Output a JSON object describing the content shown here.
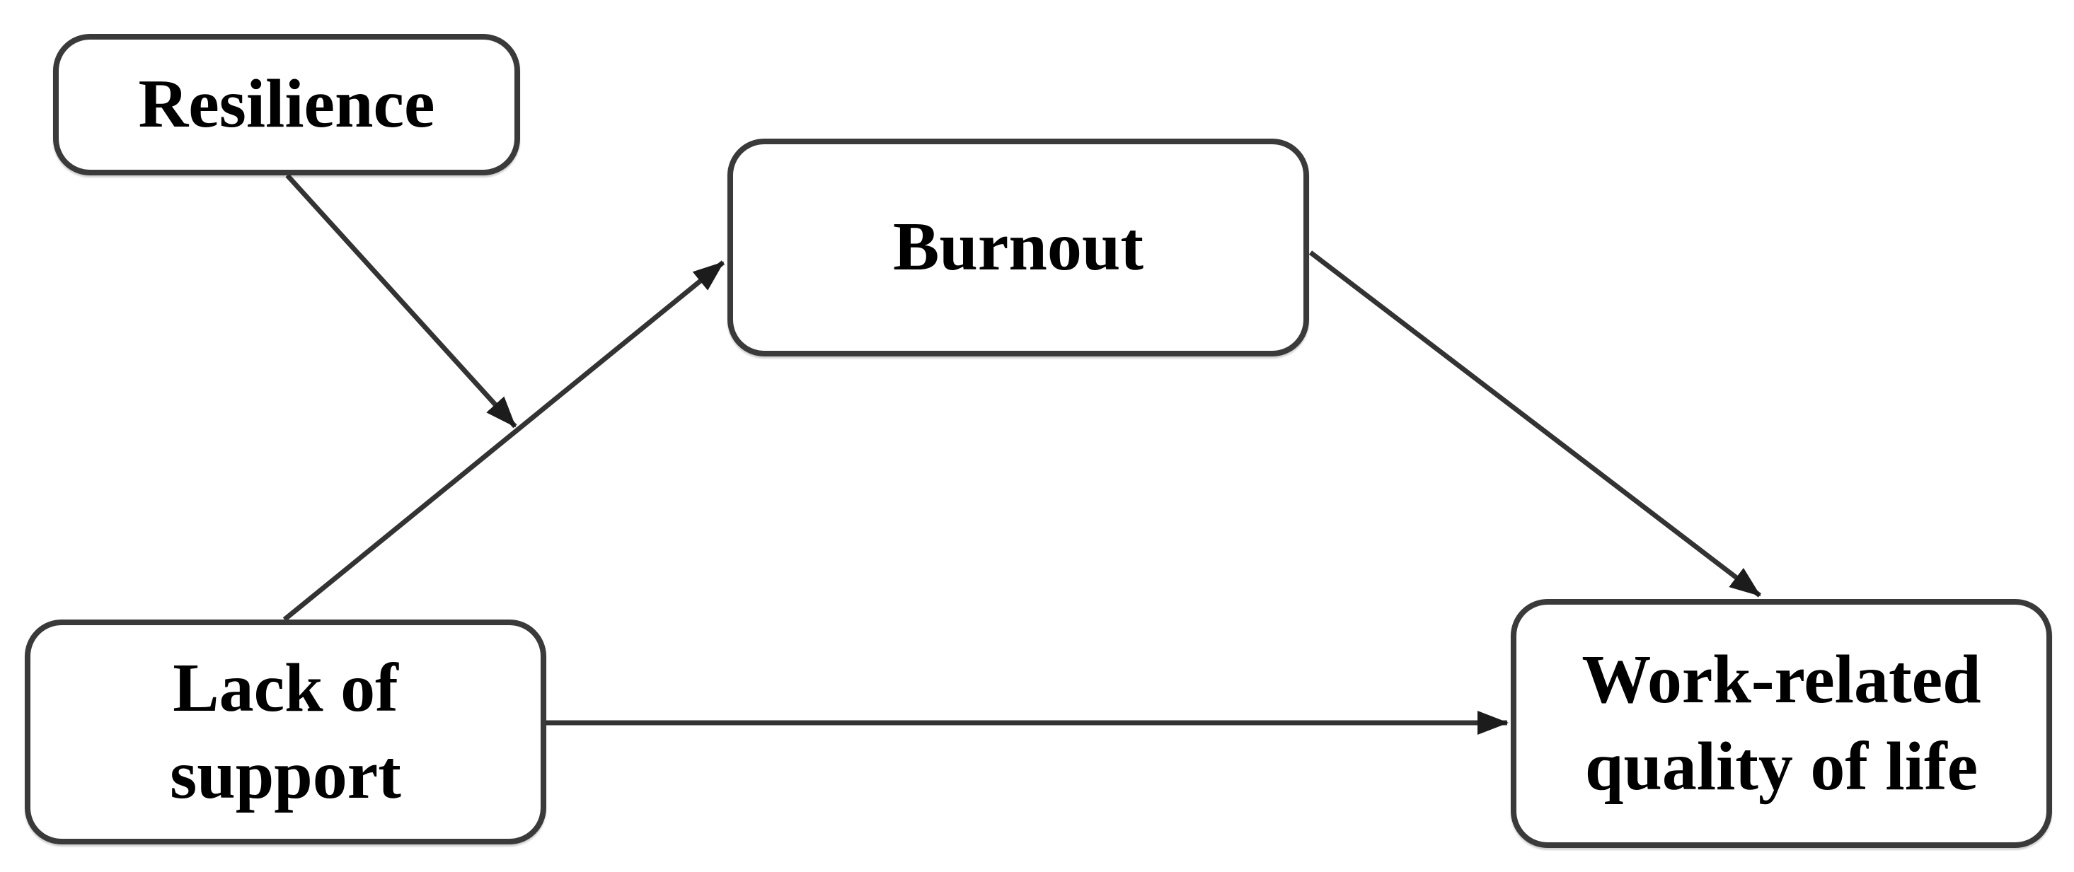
{
  "diagram": {
    "type": "path-model",
    "background_color": "#ffffff",
    "box_fill_color": "#ffffff",
    "box_border_color": "#3a3a3a",
    "arrow_color": "#333333",
    "text_color": "#000000",
    "nodes": [
      {
        "id": "resilience",
        "label": "Resilience"
      },
      {
        "id": "burnout",
        "label": "Burnout"
      },
      {
        "id": "lack-of-support",
        "label": "Lack of\nsupport"
      },
      {
        "id": "work-related-quality-of-life",
        "label": "Work-related\nquality of life"
      }
    ],
    "edges": [
      {
        "from": "lack-of-support",
        "to": "burnout",
        "style": "solid-arrow"
      },
      {
        "from": "resilience",
        "to": "path(lack-of-support->burnout)",
        "style": "solid-arrow (moderation arrow pointing at mediation path)"
      },
      {
        "from": "burnout",
        "to": "work-related-quality-of-life",
        "style": "solid-arrow"
      },
      {
        "from": "lack-of-support",
        "to": "work-related-quality-of-life",
        "style": "solid-arrow"
      }
    ]
  }
}
